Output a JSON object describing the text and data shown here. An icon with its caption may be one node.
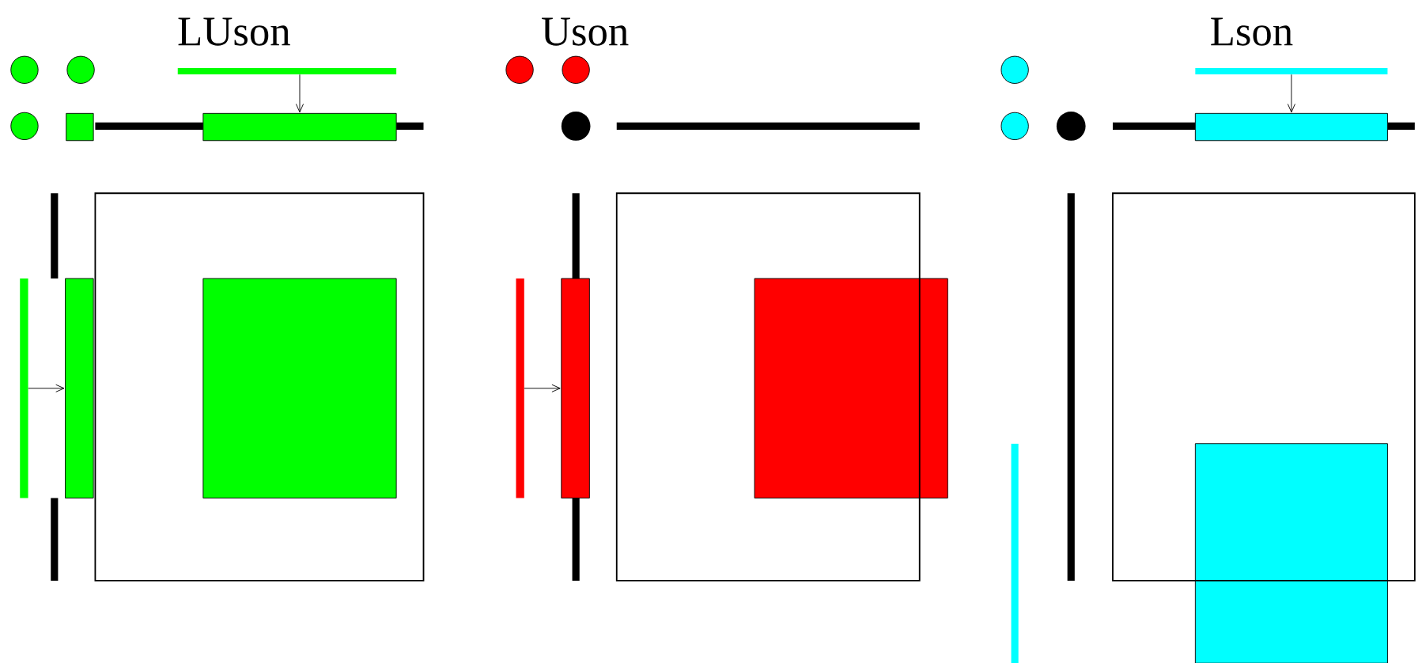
{
  "diagram": {
    "nodes": [
      {
        "text": [],
        "shape": "bar"
      },
      {
        "text": [],
        "shape": "box"
      },
      {
        "text": [],
        "shape": "bar"
      },
      {
        "text": [],
        "shape": "box"
      },
      {
        "text": [],
        "shape": "bar"
      },
      {
        "text": [],
        "shape": "box"
      },
      {
        "text": [],
        "shape": "bar"
      },
      {
        "text": [],
        "shape": "box"
      },
      {
        "text": [],
        "shape": "box"
      },
      {
        "text": [],
        "shape": "box"
      },
      {
        "text": [],
        "shape": "box"
      }
    ],
    "edges": [
      {
        "from": 0,
        "to": 1,
        "arrow": "to"
      },
      {
        "from": 2,
        "to": 3,
        "arrow": "to"
      },
      {
        "from": 4,
        "to": 5,
        "arrow": "to"
      },
      {
        "from": 6,
        "to": 7,
        "arrow": "to"
      }
    ],
    "labels": [
      "LUson",
      "Uson",
      "Lson"
    ]
  }
}
